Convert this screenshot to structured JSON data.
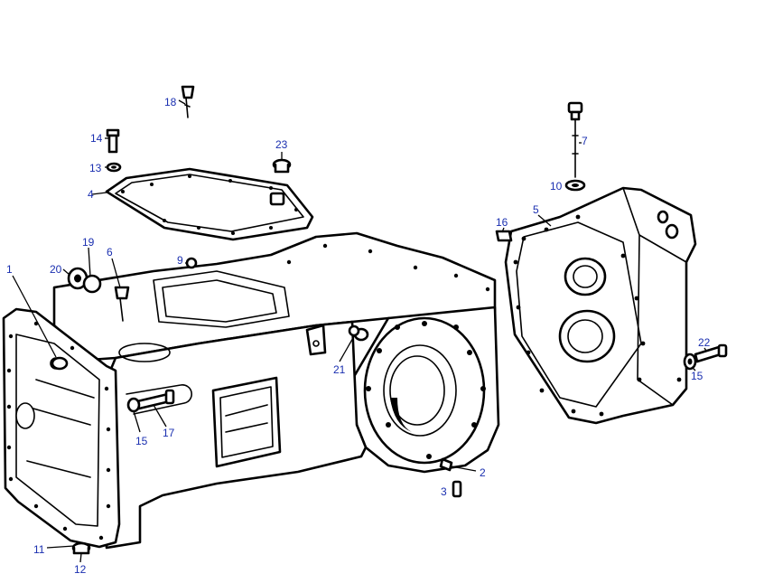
{
  "diagram": {
    "label_color": "#1a2fb0",
    "line_color": "#000000",
    "callouts": [
      {
        "id": "c1",
        "text": "1"
      },
      {
        "id": "c2",
        "text": "2"
      },
      {
        "id": "c3",
        "text": "3"
      },
      {
        "id": "c4",
        "text": "4"
      },
      {
        "id": "c5",
        "text": "5"
      },
      {
        "id": "c6",
        "text": "6"
      },
      {
        "id": "c7",
        "text": "7"
      },
      {
        "id": "c9",
        "text": "9"
      },
      {
        "id": "c10",
        "text": "10"
      },
      {
        "id": "c11",
        "text": "11"
      },
      {
        "id": "c12",
        "text": "12"
      },
      {
        "id": "c13",
        "text": "13"
      },
      {
        "id": "c14",
        "text": "14"
      },
      {
        "id": "c15a",
        "text": "15"
      },
      {
        "id": "c15b",
        "text": "15"
      },
      {
        "id": "c16",
        "text": "16"
      },
      {
        "id": "c17",
        "text": "17"
      },
      {
        "id": "c18",
        "text": "18"
      },
      {
        "id": "c19",
        "text": "19"
      },
      {
        "id": "c20",
        "text": "20"
      },
      {
        "id": "c21",
        "text": "21"
      },
      {
        "id": "c22",
        "text": "22"
      },
      {
        "id": "c23",
        "text": "23"
      }
    ]
  }
}
